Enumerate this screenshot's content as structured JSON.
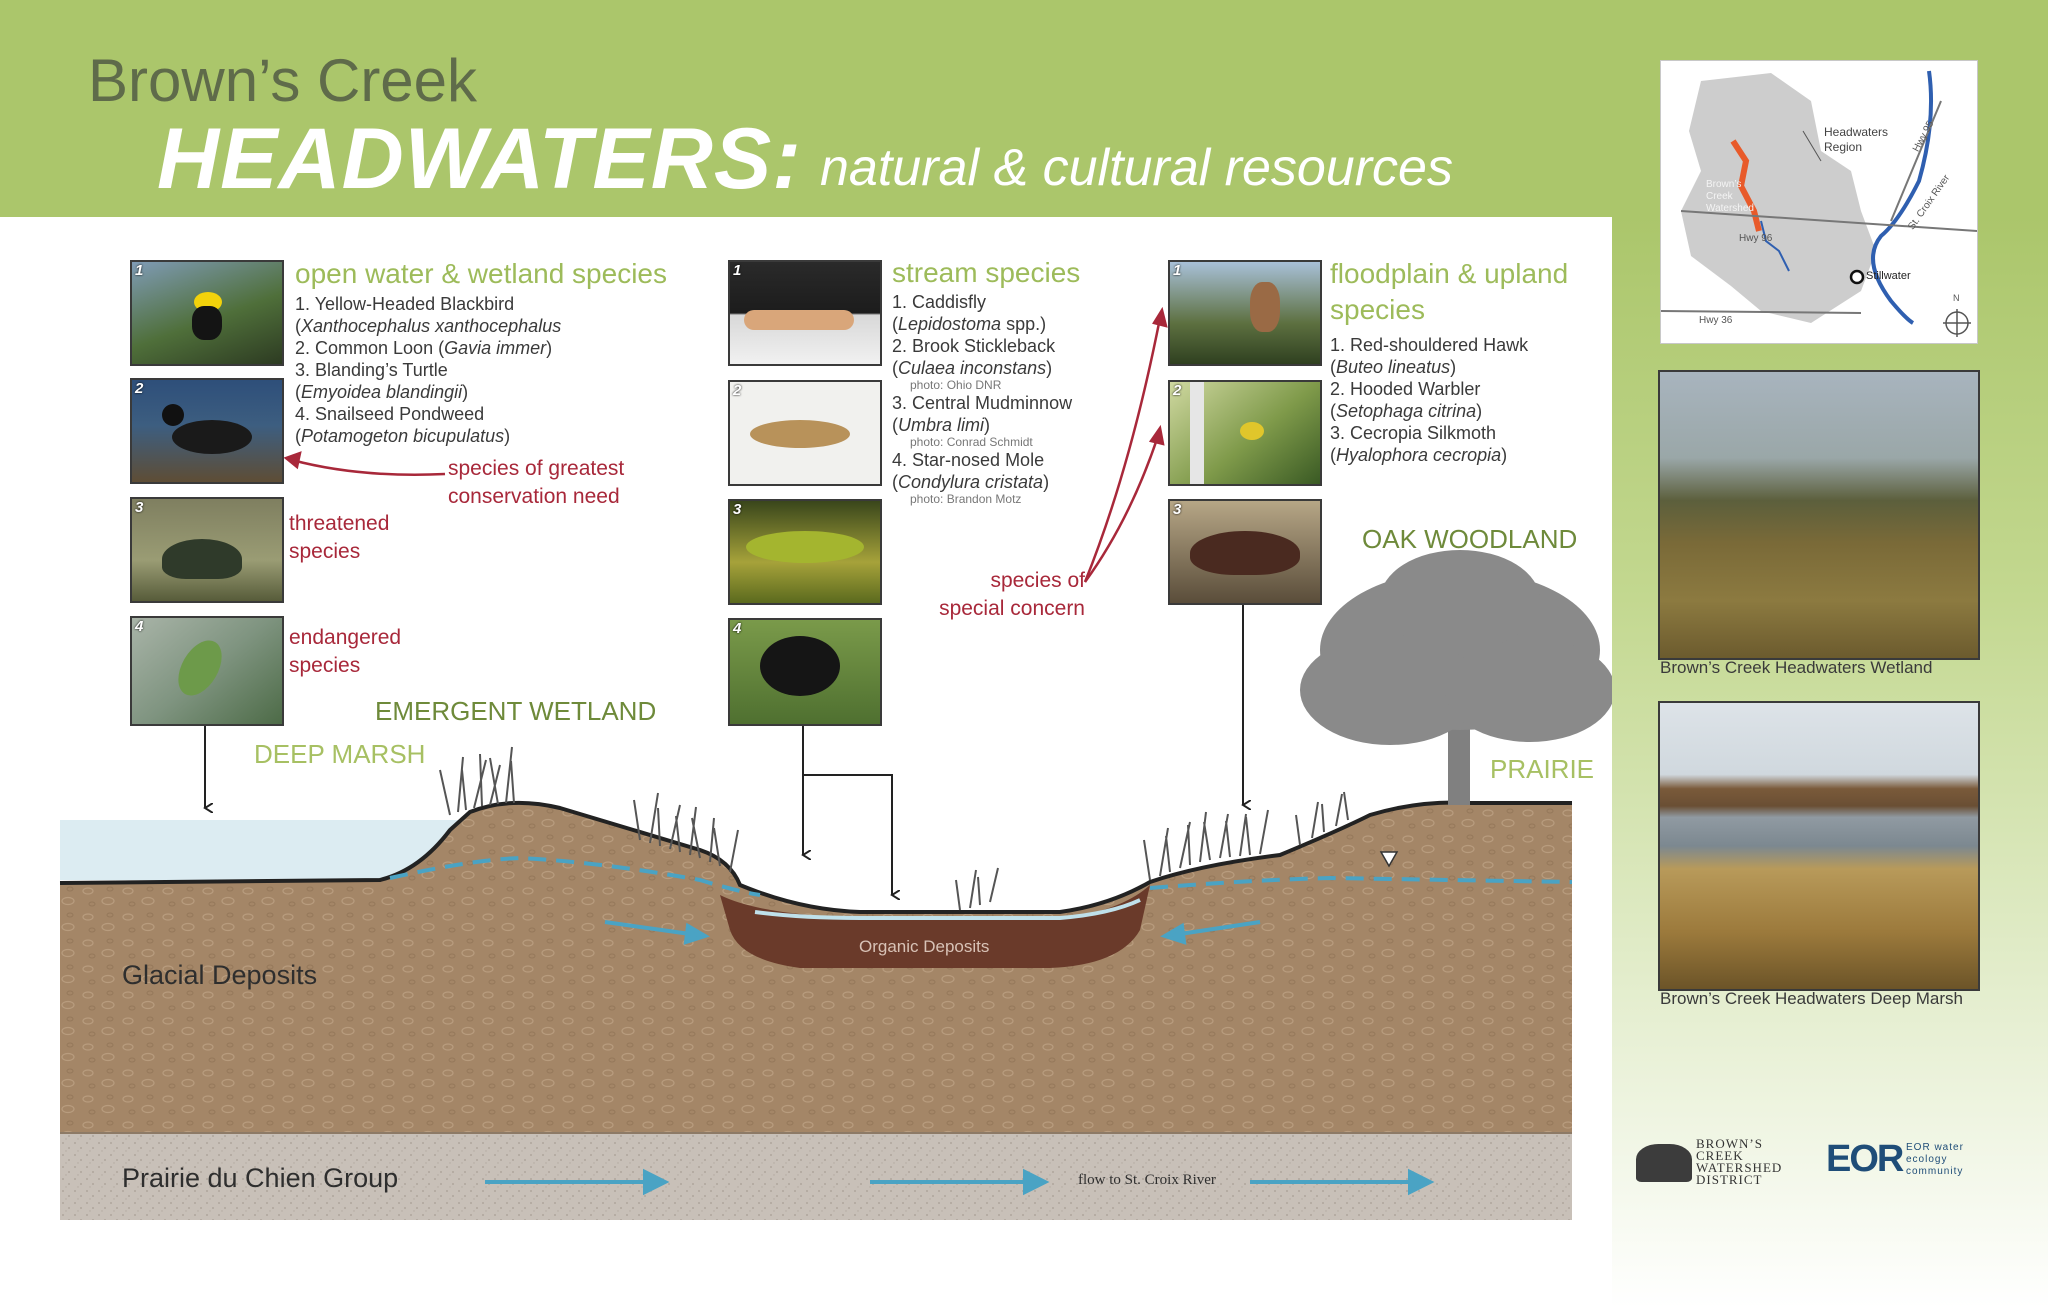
{
  "header": {
    "title_line1": "Brown’s Creek",
    "title_line2": "HEADWATERS:",
    "subtitle": "natural & cultural resources"
  },
  "groups": [
    {
      "heading": "open water & wetland species",
      "items": [
        {
          "common": "1. Yellow-Headed Blackbird",
          "scientific": "Xanthocephalus xanthocephalus"
        },
        {
          "common": "2. Common Loon",
          "scientific": "Gavia immer"
        },
        {
          "common": "3. Blanding’s Turtle",
          "scientific": "Emyoidea blandingii"
        },
        {
          "common": "4. Snailseed Pondweed",
          "scientific": "Potamogeton bicupulatus"
        }
      ]
    },
    {
      "heading": "stream species",
      "items": [
        {
          "common": "1. Caddisfly",
          "scientific": "Lepidostoma",
          "suffix": " spp.)"
        },
        {
          "common": "2. Brook Stickleback",
          "scientific": "Culaea inconstans",
          "credit": "photo: Ohio DNR"
        },
        {
          "common": "3. Central Mudminnow",
          "scientific": "Umbra limi",
          "credit": "photo: Conrad Schmidt"
        },
        {
          "common": "4. Star-nosed Mole",
          "scientific": "Condylura cristata",
          "credit": "photo: Brandon Motz"
        }
      ]
    },
    {
      "heading_line1": "floodplain & upland",
      "heading_line2": "species",
      "items": [
        {
          "common": "1. Red-shouldered Hawk",
          "scientific": "Buteo lineatus"
        },
        {
          "common": "2. Hooded Warbler",
          "scientific": "Setophaga citrina"
        },
        {
          "common": "3. Cecropia Silkmoth",
          "scientific": "Hyalophora cecropia"
        }
      ]
    }
  ],
  "annotations": {
    "greatest_need_line1": "species of greatest",
    "greatest_need_line2": "conservation need",
    "threatened_line1": "threatened",
    "threatened_line2": "species",
    "endangered_line1": "endangered",
    "endangered_line2": "species",
    "special_concern_line1": "species of",
    "special_concern_line2": "special concern"
  },
  "zones": {
    "emergent_wetland": "EMERGENT WETLAND",
    "deep_marsh": "DEEP MARSH",
    "oak_woodland": "OAK WOODLAND",
    "prairie": "PRAIRIE"
  },
  "layers": {
    "glacial": "Glacial Deposits",
    "organic": "Organic Deposits",
    "bedrock": "Prairie du Chien Group",
    "flow": "flow to St. Croix River"
  },
  "map": {
    "headwaters_line1": "Headwaters",
    "headwaters_line2": "Region",
    "watershed_line1": "Brown’s",
    "watershed_line2": "Creek",
    "watershed_line3": "Watershed",
    "hwy96": "Hwy 96",
    "hwy36": "Hwy 36",
    "hwy95": "Hwy 95",
    "stillwater": "Stillwater",
    "river": "St. Croix River",
    "north": "N"
  },
  "photos": {
    "wetland_caption": "Brown’s Creek Headwaters Wetland",
    "deep_marsh_caption": "Brown’s Creek Headwaters Deep Marsh"
  },
  "logos": {
    "bcwd": "BROWN’S CREEK WATERSHED DISTRICT",
    "eor": "EOR water ecology community"
  },
  "colors": {
    "header_green": "#abc66b",
    "species_green": "#9dbb5a",
    "annotation_red": "#a8283a",
    "soil_brown": "#a48667",
    "organic_brown": "#6a3a2a",
    "water_blue": "#4aa3c4"
  }
}
